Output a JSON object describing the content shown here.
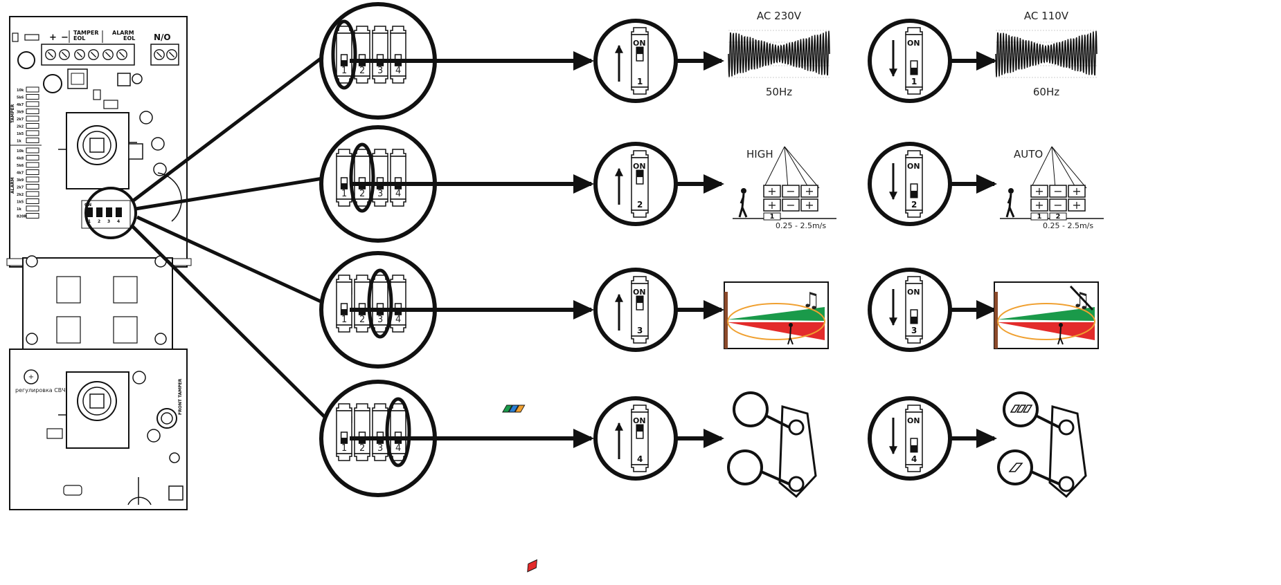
{
  "board": {
    "terminals": [
      "+",
      "−",
      "TAMPER EOL",
      "ALARM EOL",
      "N/O"
    ],
    "tamper_group": "TAMPER",
    "alarm_group": "ALARM",
    "eol_values_tamper": [
      "10k",
      "5k6",
      "4k7",
      "3k9",
      "2k7",
      "2k2",
      "1k5",
      "1k"
    ],
    "eol_values_alarm": [
      "10k",
      "6k8",
      "5k6",
      "4k7",
      "3k9",
      "2k7",
      "2k2",
      "1k5",
      "1k",
      "820R"
    ],
    "mw_adjust_label": "регулировка СВЧ",
    "front_tamper_label": "FRONT TAMPER",
    "dip_labels": [
      "ON",
      "1",
      "2",
      "3",
      "4"
    ]
  },
  "switch_bank": {
    "on_label": "ON",
    "numbers": [
      "1",
      "2",
      "3",
      "4"
    ]
  },
  "rows": [
    {
      "switch": "1",
      "on_caption": "AC 230V",
      "on_sub": "50Hz",
      "off_caption": "AC 110V",
      "off_sub": "60Hz"
    },
    {
      "switch": "2",
      "on_caption": "HIGH",
      "on_sub": "0.25 - 2.5m/s",
      "off_caption": "AUTO",
      "off_sub": "0.25 - 2.5m/s",
      "on_zone_labels": [
        "1"
      ],
      "off_zone_labels": [
        "1",
        "2"
      ]
    },
    {
      "switch": "3",
      "on_caption": "",
      "off_caption": ""
    },
    {
      "switch": "4",
      "on_caption": "",
      "off_caption": ""
    }
  ],
  "colors": {
    "line": "#111111",
    "green": "#1a9a4a",
    "red": "#e32b2b",
    "orange": "#f0a030",
    "blue": "#2a7fd4"
  }
}
